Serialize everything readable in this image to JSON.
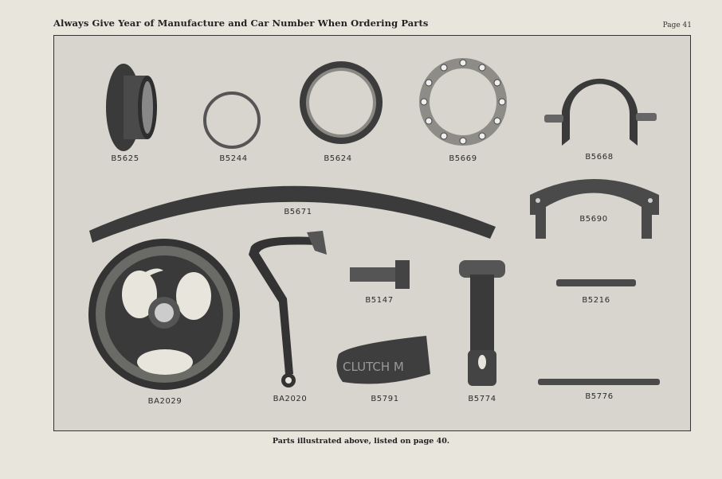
{
  "header": {
    "title": "Always Give Year of Manufacture and Car Number When Ordering Parts",
    "page_label": "Page 41"
  },
  "parts": [
    {
      "number": "B5625"
    },
    {
      "number": "B5244"
    },
    {
      "number": "B5624"
    },
    {
      "number": "B5669"
    },
    {
      "number": "B5668"
    },
    {
      "number": "B5671"
    },
    {
      "number": "B5690"
    },
    {
      "number": "BA2029"
    },
    {
      "number": "BA2020"
    },
    {
      "number": "B5147"
    },
    {
      "number": "B5216"
    },
    {
      "number": "B5791"
    },
    {
      "number": "B5774"
    },
    {
      "number": "B5776"
    }
  ],
  "pedal_embossing": "CLUTCH M",
  "caption": "Parts illustrated above, listed on page 40."
}
